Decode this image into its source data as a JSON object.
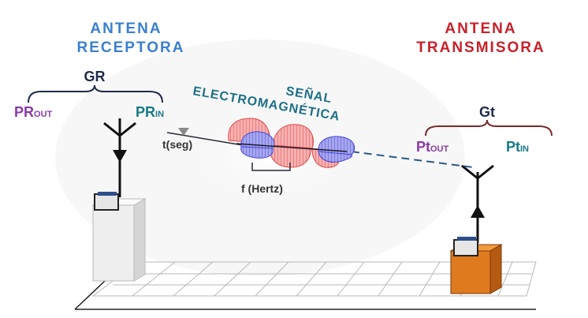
{
  "receiver": {
    "title_line1": "ANTENA",
    "title_line2": "RECEPTORA",
    "gain": "GR",
    "pout_main": "PR",
    "pout_sub": "OUT",
    "pin_main": "PR",
    "pin_sub": "IN"
  },
  "transmitter": {
    "title_line1": "ANTENA",
    "title_line2": "TRANSMISORA",
    "gain": "Gt",
    "pout_main": "Pt",
    "pout_sub": "OUT",
    "pin_main": "Pt",
    "pin_sub": "IN"
  },
  "signal": {
    "line1": "SEÑAL",
    "line2": "ELECTROMAGNÉTICA",
    "time_axis": "t(seg)",
    "frequency": "f (Hertz)"
  },
  "colors": {
    "receiver_title": "#3a7fd0",
    "transmitter_title": "#c8202a",
    "gain_label": "#1e2a4a",
    "pout_label": "#8a3aa8",
    "pin_label": "#157a87",
    "electric_wave": "#e84a4a",
    "magnetic_wave": "#4a4adc",
    "transmitter_box": "#e07a1f",
    "receiver_box": "#eeeeee"
  }
}
